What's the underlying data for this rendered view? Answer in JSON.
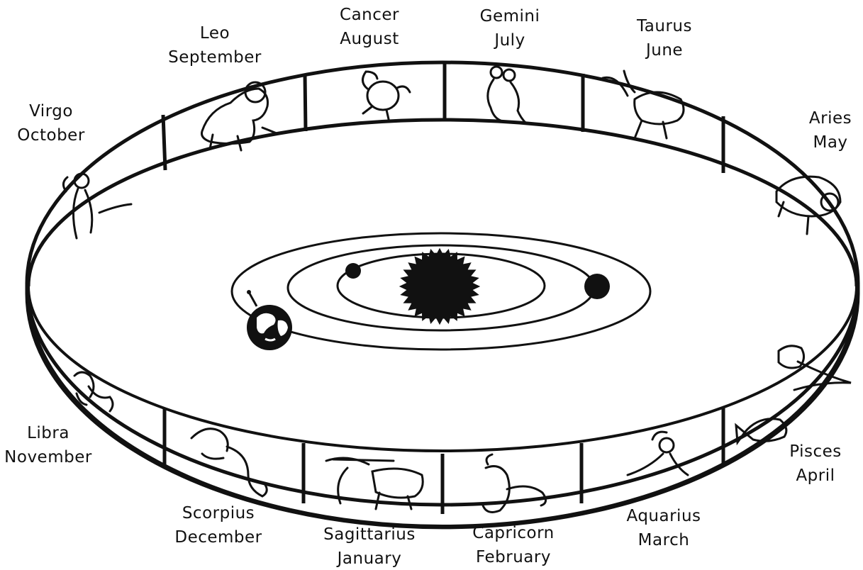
{
  "colors": {
    "ink": "#111111",
    "background": "#ffffff"
  },
  "sun": {
    "icon": "sun-icon"
  },
  "planets": [
    {
      "name": "inner-planet",
      "icon": "small-planet-icon"
    },
    {
      "name": "outer-planet",
      "icon": "planet-icon"
    },
    {
      "name": "earth",
      "icon": "earth-globe-icon"
    }
  ],
  "zodiac": [
    {
      "sign": "Leo",
      "month": "September",
      "icon": "lion-icon"
    },
    {
      "sign": "Cancer",
      "month": "August",
      "icon": "crab-icon"
    },
    {
      "sign": "Gemini",
      "month": "July",
      "icon": "twins-icon"
    },
    {
      "sign": "Taurus",
      "month": "June",
      "icon": "bull-icon"
    },
    {
      "sign": "Virgo",
      "month": "October",
      "icon": "maiden-icon"
    },
    {
      "sign": "Aries",
      "month": "May",
      "icon": "ram-icon"
    },
    {
      "sign": "Libra",
      "month": "November",
      "icon": "scales-icon"
    },
    {
      "sign": "Pisces",
      "month": "April",
      "icon": "fish-icon"
    },
    {
      "sign": "Scorpius",
      "month": "December",
      "icon": "scorpion-icon"
    },
    {
      "sign": "Sagittarius",
      "month": "January",
      "icon": "archer-icon"
    },
    {
      "sign": "Capricorn",
      "month": "February",
      "icon": "goat-icon"
    },
    {
      "sign": "Aquarius",
      "month": "March",
      "icon": "water-bearer-icon"
    }
  ]
}
